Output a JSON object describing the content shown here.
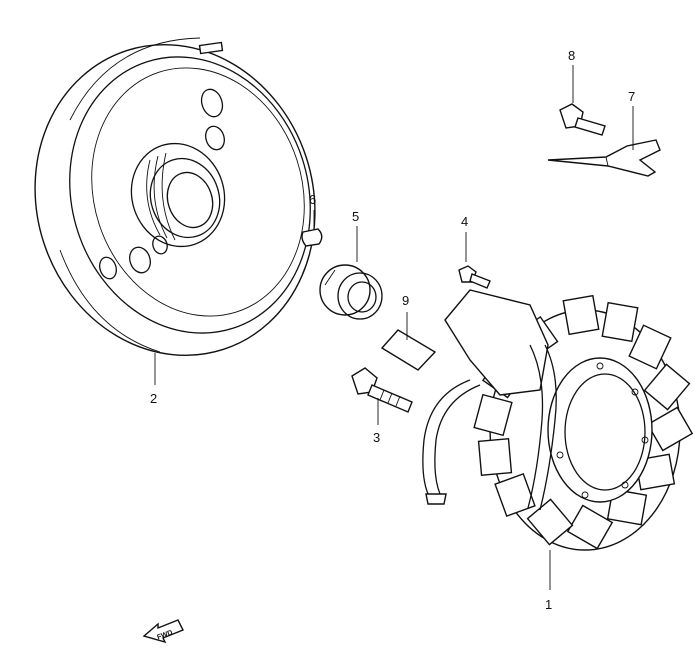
{
  "callouts": [
    {
      "id": "1",
      "text": "1"
    },
    {
      "id": "2",
      "text": "2"
    },
    {
      "id": "3",
      "text": "3"
    },
    {
      "id": "4",
      "text": "4"
    },
    {
      "id": "5",
      "text": "5"
    },
    {
      "id": "6",
      "text": "6"
    },
    {
      "id": "7",
      "text": "7"
    },
    {
      "id": "8",
      "text": "8"
    },
    {
      "id": "9",
      "text": "9"
    }
  ],
  "direction_arrow": {
    "text": "FWD",
    "icon": "forward-arrow-icon"
  }
}
